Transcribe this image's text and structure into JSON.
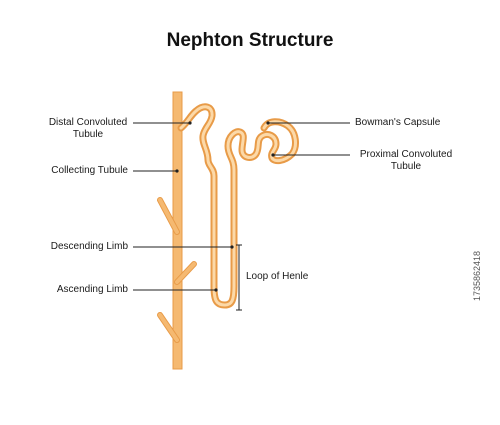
{
  "title": "Nephton Structure",
  "labels": {
    "distal_convoluted_tubule": [
      "Distal Convoluted",
      "Tubule"
    ],
    "collecting_tubule": "Collecting Tubule",
    "descending_limb": "Descending Limb",
    "ascending_limb": "Ascending Limb",
    "bowmans_capsule": "Bowman's Capsule",
    "proximal_convoluted_tubule": [
      "Proximal Convoluted",
      "Tubule"
    ],
    "loop_of_henle": "Loop of Henle"
  },
  "stock_id": "1735862418",
  "colors": {
    "tubule_fill": "#f5b971",
    "tubule_stroke": "#e89b48",
    "leader_line": "#222222",
    "title": "#111111"
  }
}
